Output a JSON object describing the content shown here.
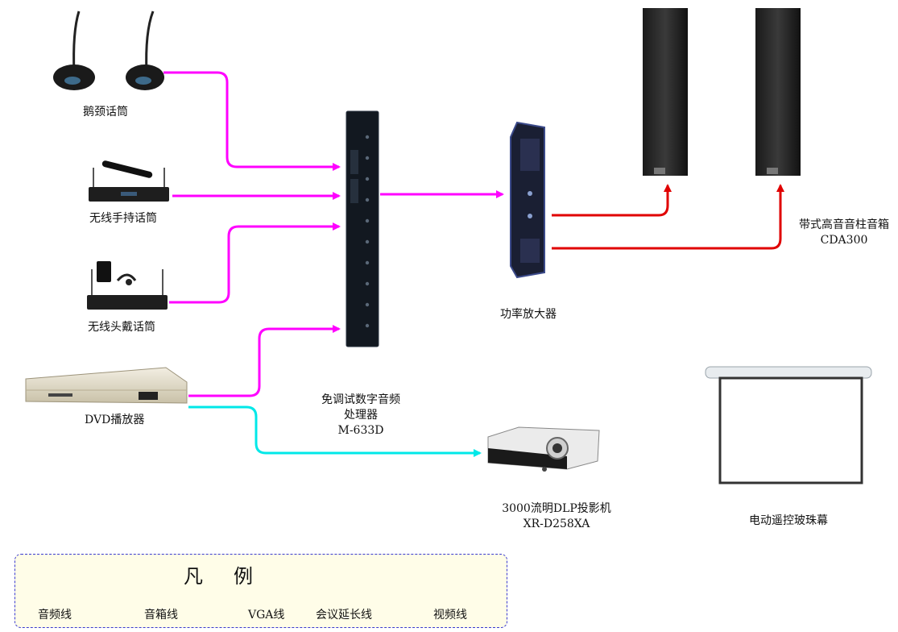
{
  "devices": {
    "gooseneck_mic": "鹅颈话筒",
    "wireless_handheld_mic": "无线手持话筒",
    "wireless_headset_mic": "无线头戴话筒",
    "dvd_player": "DVD播放器",
    "processor": {
      "line1": "免调试数字音频",
      "line2": "处理器",
      "model": "M-633D"
    },
    "amplifier": "功率放大器",
    "speakers": {
      "name": "带式高音音柱音箱",
      "model": "CDA300"
    },
    "projector": {
      "name": "3000流明DLP投影机",
      "model": "XR-D258XA"
    },
    "screen": "电动遥控玻珠幕"
  },
  "legend": {
    "title": "凡例",
    "items": [
      {
        "label": "音频线",
        "color": "#ff00ff"
      },
      {
        "label": "音箱线",
        "color": "#e00000"
      },
      {
        "label": "VGA线",
        "color": "#0000c8"
      },
      {
        "label": "会议延长线",
        "color": "#00e000"
      },
      {
        "label": "视频线",
        "color": "#00e8e8"
      }
    ]
  }
}
